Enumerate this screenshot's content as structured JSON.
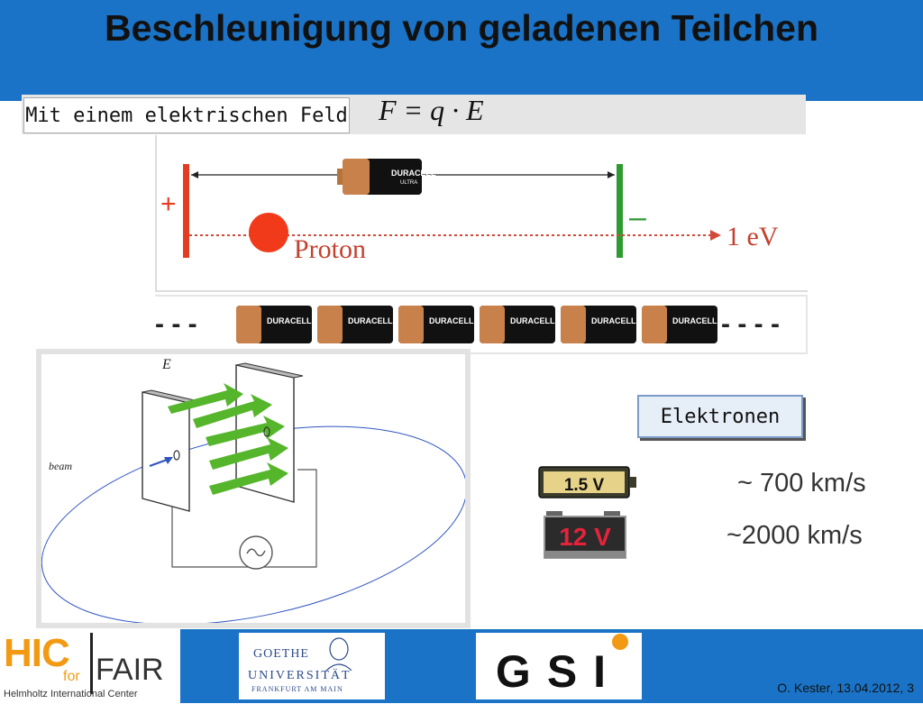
{
  "header": {
    "title": "Beschleunigung von geladenen Teilchen"
  },
  "subheader": {
    "label": "Mit einem elektrischen Feld",
    "formula": "F = q · E"
  },
  "diagram1": {
    "plus": "+",
    "minus": "–",
    "particle": "Proton",
    "energy": "1 eV",
    "battery_brand": "DURACELL",
    "battery_model": "ULTRA"
  },
  "diagram2": {
    "dashes_left": "- - -",
    "dashes_right": "- - - -",
    "battery_count": 6
  },
  "diagram3": {
    "field_label": "E",
    "beam_label": "beam"
  },
  "electrons": {
    "label": "Elektronen",
    "rows": [
      {
        "battery": "1.5 V",
        "speed": "~ 700 km/s"
      },
      {
        "battery": "12 V",
        "speed": "~2000 km/s"
      }
    ]
  },
  "footer": {
    "author": "O. Kester, 13.04.2012, 3",
    "hic_logo": {
      "main": "HIC",
      "for": "for",
      "fair": "FAIR",
      "sub": "Helmholtz International Center"
    },
    "goethe_logo": {
      "line1": "GOETHE",
      "line2": "UNIVERSITÄT",
      "line3": "FRANKFURT AM MAIN"
    },
    "gsi_logo": {
      "text": "GSI"
    }
  },
  "colors": {
    "accent_blue": "#1a73c6",
    "plate_red": "#e53b20",
    "plate_green": "#2f9a2f",
    "arrow_green": "#55b52b"
  }
}
